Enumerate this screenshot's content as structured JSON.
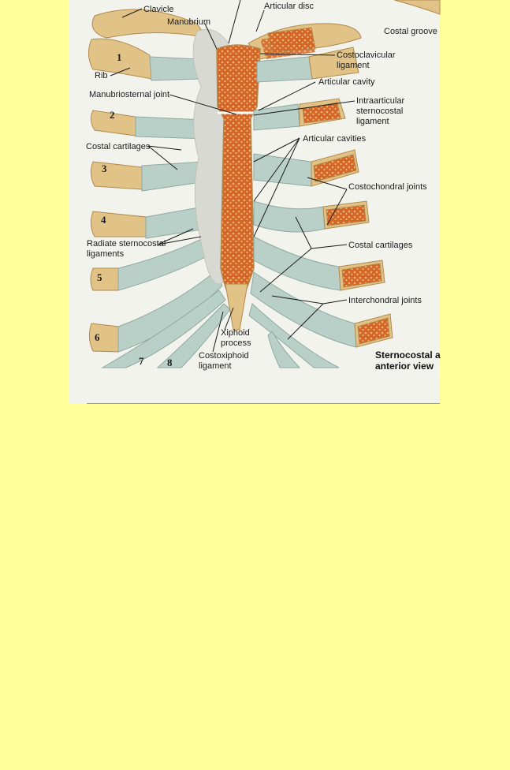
{
  "labels": {
    "clavicle": "Clavicle",
    "manubrium": "Manubrium",
    "articular_disc": "Articular disc",
    "costal_groove": "Costal groove",
    "rib": "Rib",
    "costoclavicular_1": "Costoclavicular",
    "costoclavicular_2": "ligament",
    "articular_cavity": "Articular cavity",
    "manubriosternal_joint": "Manubriosternal joint",
    "intraarticular_1": "Intraarticular",
    "intraarticular_2": "sternocostal",
    "intraarticular_3": "ligament",
    "articular_cavities": "Articular cavities",
    "costal_cartilages_left": "Costal cartilages",
    "costochondral_joints": "Costochondral joints",
    "radiate_1": "Radiate sternocostal",
    "radiate_2": "ligaments",
    "costal_cartilages_right": "Costal cartilages",
    "interchondral_joints": "Interchondral joints",
    "xiphoid_1": "Xiphoid",
    "xiphoid_2": "process",
    "costoxiphoid_1": "Costoxiphoid",
    "costoxiphoid_2": "ligament"
  },
  "rib_numbers": [
    "1",
    "2",
    "3",
    "4",
    "5",
    "6",
    "7",
    "8"
  ],
  "caption": {
    "line1": "Sternocostal a",
    "line2": "anterior view"
  },
  "colors": {
    "page_background": "#ffff99",
    "bone": "#e2c387",
    "marrow": "#d4662a",
    "cartilage": "#b9d0c8",
    "ligament": "#d9d9d4"
  }
}
